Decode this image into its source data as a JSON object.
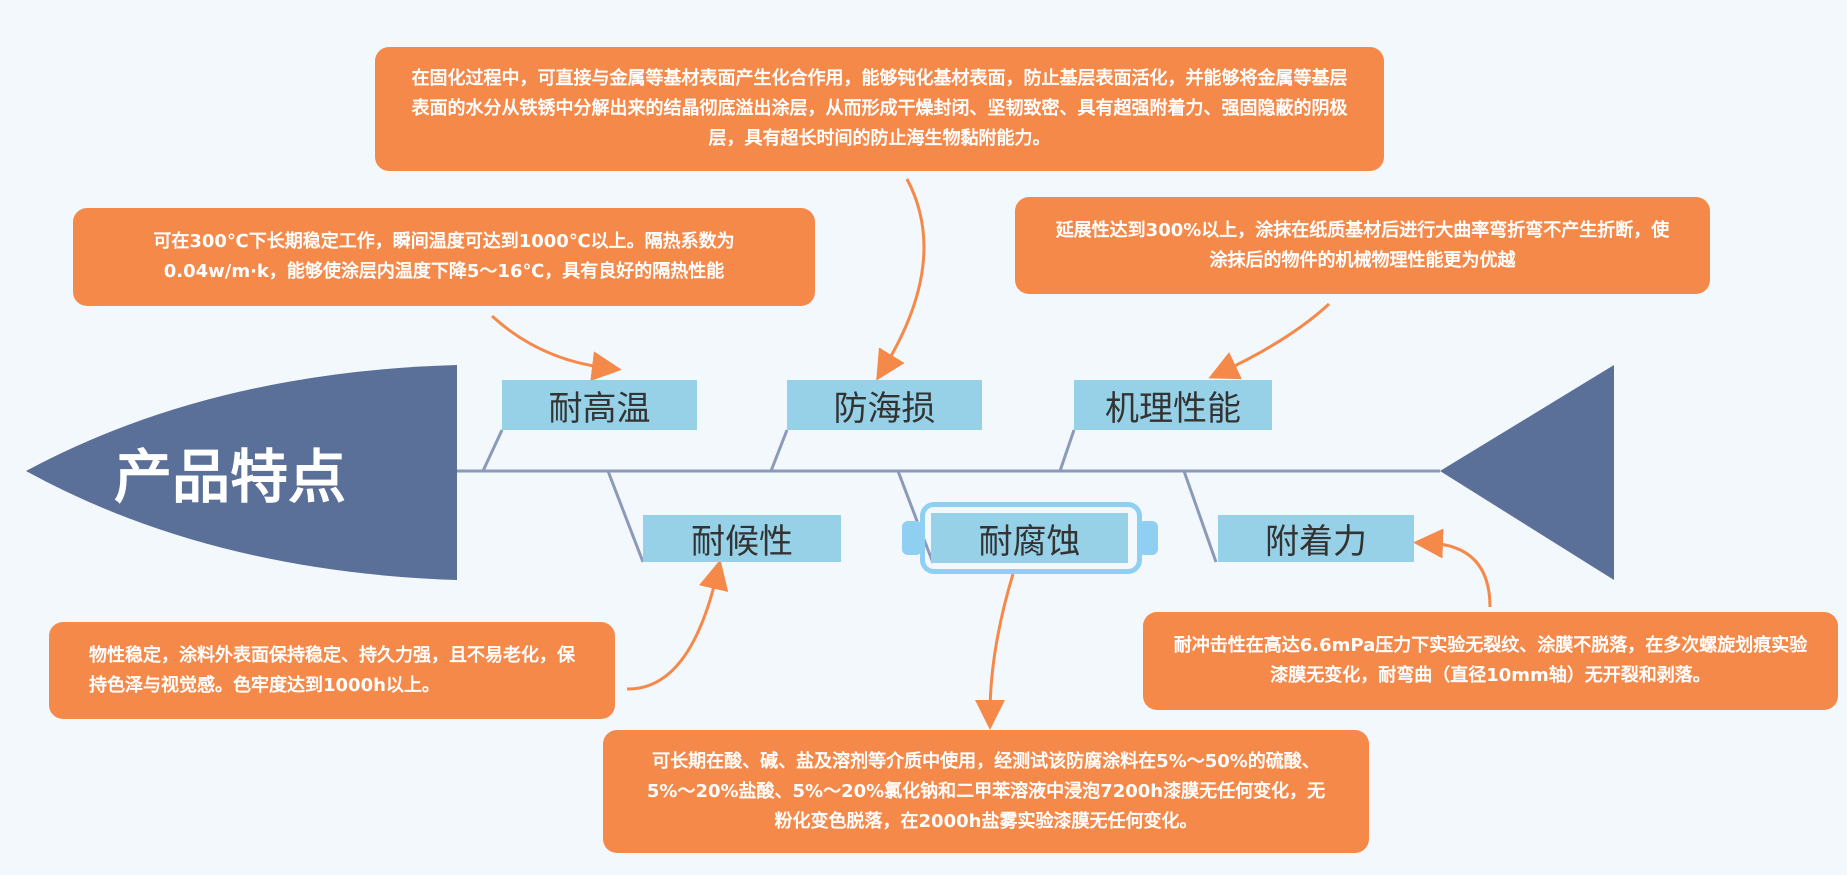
{
  "title": "产品特点",
  "colors": {
    "note": "#f5894a",
    "label": "#96d1e8",
    "fish": "#5a7098",
    "background": "#f3f8fc"
  },
  "branches": [
    {
      "label": "耐高温",
      "note": "可在300℃下长期稳定工作，瞬间温度可达到1000℃以上。隔热系数为0.04w/m·k，能够使涂层内温度下降5～16℃，具有良好的隔热性能"
    },
    {
      "label": "防海损",
      "note": "在固化过程中，可直接与金属等基材表面产生化合作用，能够钝化基材表面，防止基层表面活化，并能够将金属等基层表面的水分从铁锈中分解出来的结晶彻底溢出涂层，从而形成干燥封闭、坚韧致密、具有超强附着力、强固隐蔽的阴极层，具有超长时间的防止海生物黏附能力。"
    },
    {
      "label": "机理性能",
      "note": "延展性达到300%以上，涂抹在纸质基材后进行大曲率弯折弯不产生折断，使涂抹后的物件的机械物理性能更为优越"
    },
    {
      "label": "耐候性",
      "note": "物性稳定，涂料外表面保持稳定、持久力强，且不易老化，保持色泽与视觉感。色牢度达到1000h以上。"
    },
    {
      "label": "耐腐蚀",
      "note": "可长期在酸、碱、盐及溶剂等介质中使用，经测试该防腐涂料在5%～50%的硫酸、5%～20%盐酸、5%～20%氯化钠和二甲苯溶液中浸泡7200h漆膜无任何变化，无粉化变色脱落，在2000h盐雾实验漆膜无任何变化。"
    },
    {
      "label": "附着力",
      "note": "耐冲击性在高达6.6mPa压力下实验无裂纹、涂膜不脱落，在多次螺旋划痕实验漆膜无变化，耐弯曲（直径10mm轴）无开裂和剥落。"
    }
  ]
}
